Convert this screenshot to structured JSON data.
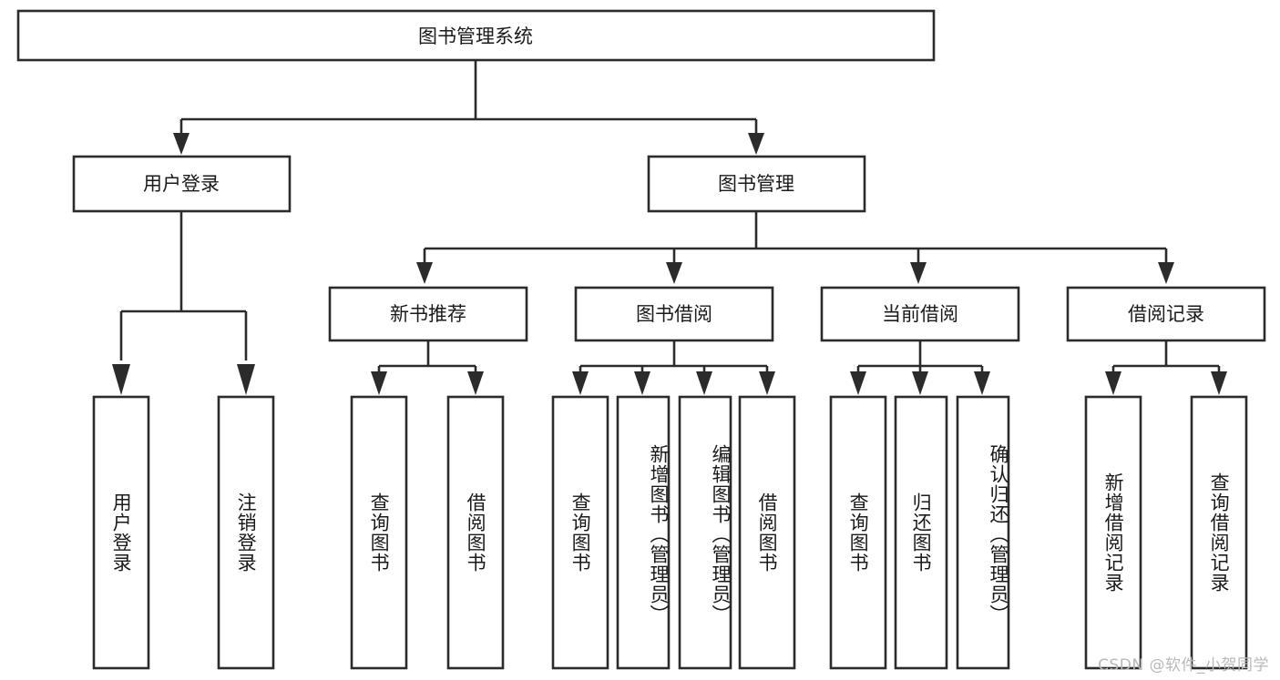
{
  "diagram": {
    "type": "tree-flowchart",
    "title": "图书管理系统",
    "watermark": "CSDN @软件_小贺同学",
    "style": {
      "box_fill": "#ffffff",
      "box_stroke": "#2b2b2b",
      "text_color": "#1a1a1a",
      "watermark_color": "#b9b9b9",
      "background": "#ffffff"
    },
    "levels": {
      "root": {
        "label": "图书管理系统"
      },
      "level2": [
        {
          "id": "user-login",
          "label": "用户登录"
        },
        {
          "id": "book-manage",
          "label": "图书管理"
        }
      ],
      "level3": [
        {
          "id": "new-book-rec",
          "label": "新书推荐"
        },
        {
          "id": "book-borrow",
          "label": "图书借阅"
        },
        {
          "id": "current-borrow",
          "label": "当前借阅"
        },
        {
          "id": "borrow-record",
          "label": "借阅记录"
        }
      ],
      "leaves": {
        "user-login": [
          {
            "id": "leaf-user-login",
            "label": "用户登录"
          },
          {
            "id": "leaf-logout",
            "label": "注销登录"
          }
        ],
        "new-book-rec": [
          {
            "id": "leaf-query-book-1",
            "label": "查询图书"
          },
          {
            "id": "leaf-borrow-book-1",
            "label": "借阅图书"
          }
        ],
        "book-borrow": [
          {
            "id": "leaf-query-book-2",
            "label": "查询图书"
          },
          {
            "id": "leaf-add-book",
            "label": "新增图书（管理员）"
          },
          {
            "id": "leaf-edit-book",
            "label": "编辑图书（管理员）"
          },
          {
            "id": "leaf-borrow-book-2",
            "label": "借阅图书"
          }
        ],
        "current-borrow": [
          {
            "id": "leaf-query-book-3",
            "label": "查询图书"
          },
          {
            "id": "leaf-return-book",
            "label": "归还图书"
          },
          {
            "id": "leaf-confirm-return",
            "label": "确认归还（管理员）"
          }
        ],
        "borrow-record": [
          {
            "id": "leaf-add-record",
            "label": "新增借阅记录"
          },
          {
            "id": "leaf-query-record",
            "label": "查询借阅记录"
          }
        ]
      }
    }
  }
}
